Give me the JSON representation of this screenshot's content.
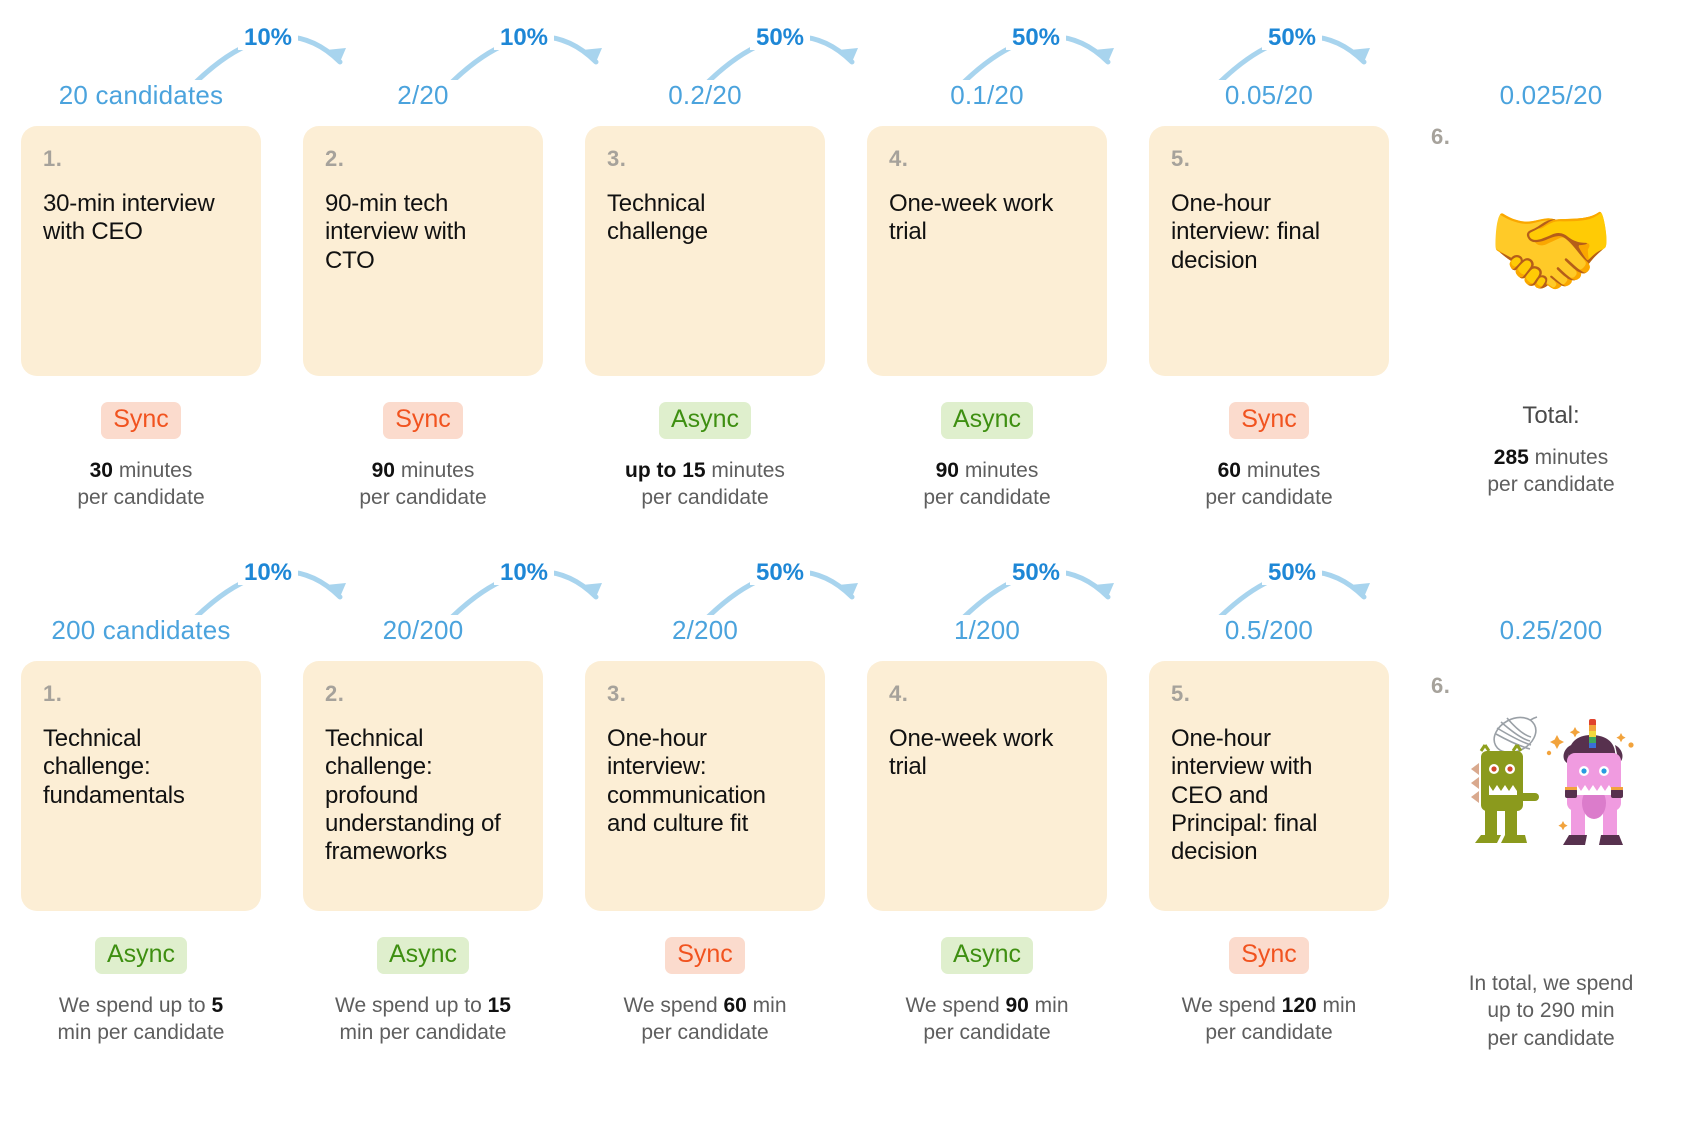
{
  "palette": {
    "card_bg": "#FCEED5",
    "sync_bg": "#FBDBCD",
    "sync_fg": "#F1531F",
    "async_bg": "#DFEFCD",
    "async_fg": "#3E8F11",
    "arrow": "#A8D4EE",
    "arrow_label": "#1E87D6",
    "count_text": "#4BA3DD",
    "num_text": "#A6A29B",
    "body_text": "#111111",
    "caption_text": "#5E5E5E"
  },
  "rows": [
    {
      "id": "funnel-20-candidates",
      "counts": [
        "20 candidates",
        "2/20",
        "0.2/20",
        "0.1/20",
        "0.05/20",
        "0.025/20"
      ],
      "arrow_labels": [
        "10%",
        "10%",
        "50%",
        "50%",
        "50%"
      ],
      "steps": [
        {
          "num": "1.",
          "title": "30-min interview with CEO",
          "mode": "Sync",
          "mode_type": "sync",
          "caption_strong": "30",
          "caption_rest": " minutes",
          "caption_line2": "per candidate"
        },
        {
          "num": "2.",
          "title": "90-min tech interview with CTO",
          "mode": "Sync",
          "mode_type": "sync",
          "caption_strong": "90",
          "caption_rest": " minutes",
          "caption_line2": "per candidate"
        },
        {
          "num": "3.",
          "title": "Technical challenge",
          "mode": "Async",
          "mode_type": "async",
          "caption_strong": "up to 15",
          "caption_rest": " minutes",
          "caption_line2": "per candidate"
        },
        {
          "num": "4.",
          "title": "One-week work trial",
          "mode": "Async",
          "mode_type": "async",
          "caption_strong": "90",
          "caption_rest": " minutes",
          "caption_line2": "per candidate"
        },
        {
          "num": "5.",
          "title": "One-hour interview: final decision",
          "mode": "Sync",
          "mode_type": "sync",
          "caption_strong": "60",
          "caption_rest": " minutes",
          "caption_line2": "per candidate"
        }
      ],
      "final": {
        "num": "6.",
        "icon": "handshake-emoji",
        "glyph": "🤝",
        "total_label": "Total:",
        "total_strong": "285",
        "total_rest": " minutes",
        "total_line2": "per candidate"
      }
    },
    {
      "id": "funnel-200-candidates",
      "counts": [
        "200 candidates",
        "20/200",
        "2/200",
        "1/200",
        "0.5/200",
        "0.25/200"
      ],
      "arrow_labels": [
        "10%",
        "10%",
        "50%",
        "50%",
        "50%"
      ],
      "steps": [
        {
          "num": "1.",
          "title": "Technical challenge: fundamentals",
          "mode": "Async",
          "mode_type": "async",
          "caption_pre": "We spend up to ",
          "caption_strong": "5",
          "caption_rest": "",
          "caption_line2": "min per candidate"
        },
        {
          "num": "2.",
          "title": "Technical challenge: profound understanding of frameworks",
          "mode": "Async",
          "mode_type": "async",
          "caption_pre": "We spend up to ",
          "caption_strong": "15",
          "caption_rest": "",
          "caption_line2": "min per candidate"
        },
        {
          "num": "3.",
          "title": "One-hour interview: communication and culture fit",
          "mode": "Sync",
          "mode_type": "sync",
          "caption_pre": "We spend ",
          "caption_strong": "60",
          "caption_rest": " min",
          "caption_line2": "per candidate"
        },
        {
          "num": "4.",
          "title": "One-week work trial",
          "mode": "Async",
          "mode_type": "async",
          "caption_pre": "We spend ",
          "caption_strong": "90",
          "caption_rest": " min",
          "caption_line2": "per candidate"
        },
        {
          "num": "5.",
          "title": "One-hour interview with CEO and Principal: final decision",
          "mode": "Sync",
          "mode_type": "sync",
          "caption_pre": "We spend ",
          "caption_strong": "120",
          "caption_rest": " min",
          "caption_line2": "per candidate"
        }
      ],
      "final": {
        "num": "6.",
        "icon": "monster-and-unicorn-illustration",
        "total_line1": "In total, we spend",
        "total_line2": "up to 290 min",
        "total_line3": "per candidate"
      }
    }
  ]
}
